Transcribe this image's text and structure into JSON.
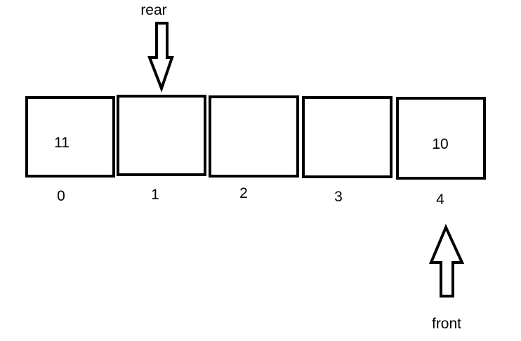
{
  "queue": {
    "cells": [
      {
        "index": "0",
        "value": "11"
      },
      {
        "index": "1",
        "value": ""
      },
      {
        "index": "2",
        "value": ""
      },
      {
        "index": "3",
        "value": ""
      },
      {
        "index": "4",
        "value": "10"
      }
    ]
  },
  "pointers": {
    "rear": {
      "label": "rear",
      "cell_index": 1
    },
    "front": {
      "label": "front",
      "cell_index": 4
    }
  },
  "colors": {
    "stroke": "#000000",
    "fill": "#ffffff"
  }
}
